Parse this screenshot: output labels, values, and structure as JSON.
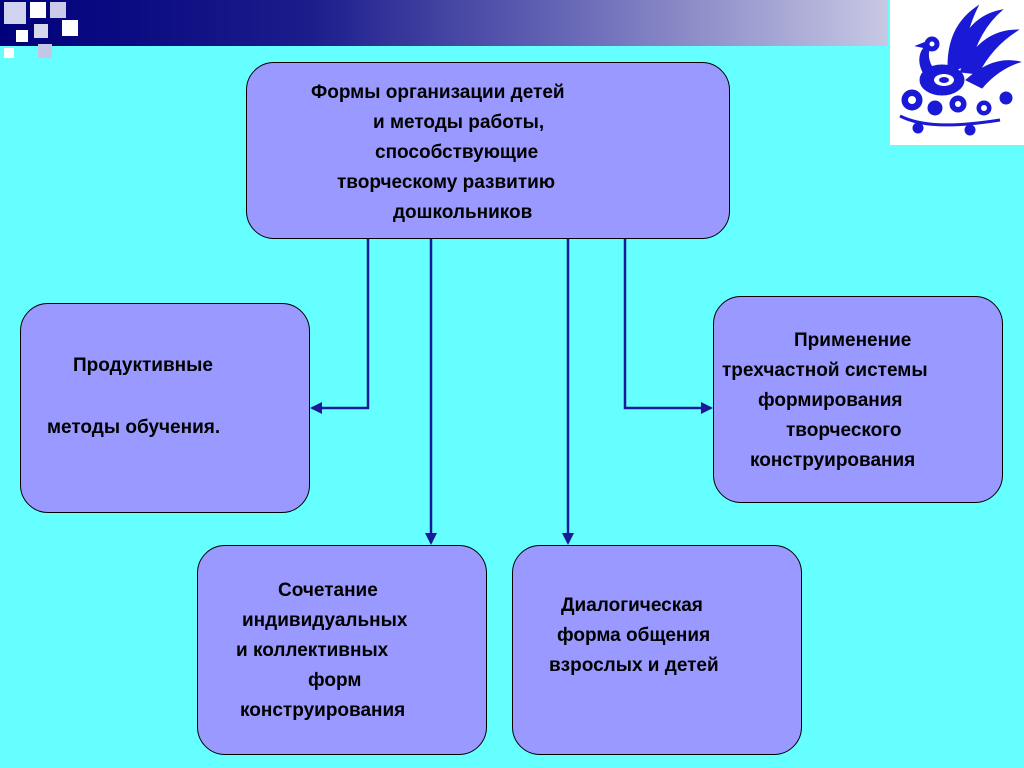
{
  "colors": {
    "background": "#66ffff",
    "box_fill": "#9999ff",
    "arrow": "#1a1a99",
    "ornament": "#1a1ad6"
  },
  "icons": {
    "corner": "firebird-ornament-icon",
    "squares": "decorative-squares-icon"
  },
  "diagram": {
    "root": {
      "lines": [
        "Формы  организации детей",
        "и  методы работы,",
        "способствующие",
        "творческому развитию",
        "дошкольников"
      ]
    },
    "productive": {
      "lines": [
        "Продуктивные",
        "",
        "методы  обучения."
      ]
    },
    "three_part": {
      "lines": [
        "Применение",
        "трехчастной системы",
        "формирования",
        "творческого",
        "конструирования"
      ]
    },
    "combination": {
      "lines": [
        "Сочетание",
        "индивидуальных",
        "и коллективных",
        "форм",
        "конструирования"
      ]
    },
    "dialogic": {
      "lines": [
        "Диалогическая",
        "форма  общения",
        "взрослых и детей"
      ]
    }
  }
}
